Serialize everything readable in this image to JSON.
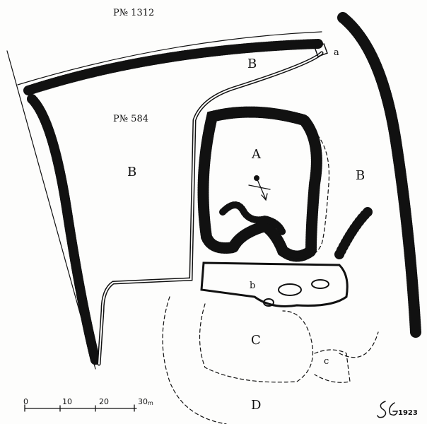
{
  "parcels": {
    "north": "P№ 1312",
    "south": "P№ 584"
  },
  "areas": {
    "b_west": "B",
    "b_north": "B",
    "b_east": "B",
    "a": "A",
    "c": "C",
    "d": "D"
  },
  "features": {
    "a_small": "a",
    "b_small": "b",
    "c_small": "c"
  },
  "scale": {
    "ticks": [
      "0",
      "10",
      "20",
      "30"
    ],
    "unit": "m"
  },
  "signature": {
    "monogram": "SG",
    "year": "1923"
  },
  "colors": {
    "ink": "#111111",
    "paper": "#fdfdfc"
  }
}
